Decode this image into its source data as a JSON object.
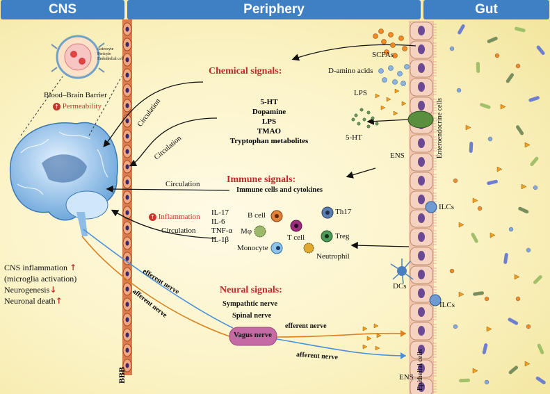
{
  "headers": {
    "cns": "CNS",
    "periphery": "Periphery",
    "gut": "Gut"
  },
  "bbb": {
    "detail_labels": [
      "Astrocyte",
      "Pericyte",
      "Endothelial cell"
    ],
    "title": "Blood–Brain Barrier",
    "permeability": "Permeability",
    "side_label": "BBB"
  },
  "chemical": {
    "title": "Chemical signals:",
    "list": [
      "5-HT",
      "Dopamine",
      "LPS",
      "TMAO",
      "Tryptophan metabolites"
    ]
  },
  "immune": {
    "title": "Immune signals:",
    "subtitle": "Immune cells and cytokines",
    "inflammation": "Inflammation",
    "cytokines": [
      "IL-17",
      "IL-6",
      "TNF-α",
      "IL-1β"
    ],
    "cells": {
      "bcell": "B cell",
      "mphi": "Mφ",
      "tcell": "T cell",
      "th17": "Th17",
      "treg": "Treg",
      "monocyte": "Monocyte",
      "neutrophil": "Neutrophil"
    }
  },
  "neural": {
    "title": "Neural signals:",
    "sympathetic": "Sympathtic nerve",
    "spinal": "Spinal nerve",
    "vagus": "Vagus nerve",
    "efferent": "efferent nerve",
    "afferent": "afferent nerve"
  },
  "circulation": "Circulation",
  "cns_effects": {
    "line1": "CNS inflammation",
    "line2": "(microglia activation)",
    "line3": "Neurogenesis",
    "line4": "Neuronal death"
  },
  "gut": {
    "scfas": "SCFAs",
    "damino": "D-amino acids",
    "lps": "LPS",
    "ht": "5-HT",
    "ens": "ENS",
    "enteroendocrine": "Enteroendocrine cells",
    "ilcs": "ILCs",
    "dcs": "DCs",
    "epithelial": "Epithelial cells"
  },
  "colors": {
    "header": "#3f7fc4",
    "red": "#c0282a",
    "vagus": "#c66aa3",
    "efferent": "#d9821f",
    "afferent": "#4a90d9",
    "vessel": "#cc6a3b"
  }
}
